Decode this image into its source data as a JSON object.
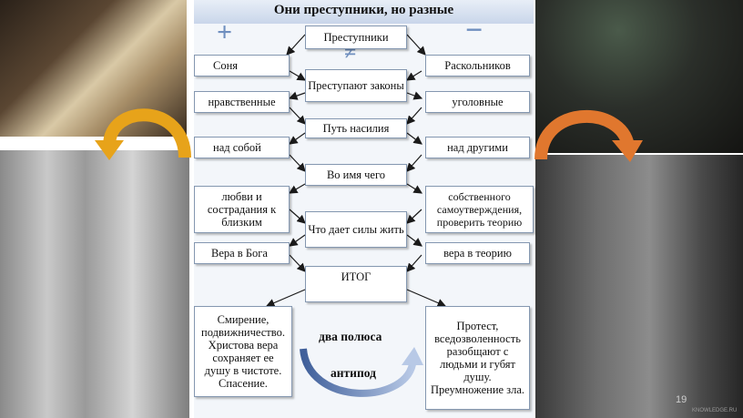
{
  "title": "Они преступники,  но разные",
  "signs": {
    "plus": "+",
    "minus": "−",
    "not_equal": "≠"
  },
  "boxes": {
    "criminals": "Преступники",
    "sonya": "Соня",
    "raskolnikov": "Раскольников",
    "break_laws": "Преступают законы",
    "moral": "нравственные",
    "criminal": "уголовные",
    "path_violence": "Путь насилия",
    "over_self": "над собой",
    "over_others": "над другими",
    "in_name_of": "Во имя чего",
    "love": "любви и сострадания к близким",
    "self_affirm": "собственного самоутверждения, проверить теорию",
    "strength": "Что дает силы жить",
    "faith": "Вера в Бога",
    "theory_faith": "вера в теорию",
    "result": "ИТОГ",
    "sonya_result": "Смирение, подвижничество. Христова вера сохраняет ее душу в чистоте. Спасение.",
    "rask_result": "Протест, вседозволенность разобщают с людьми и губят душу. Преумножение зла."
  },
  "labels": {
    "poles": "два полюса",
    "antipode": "антипод"
  },
  "slide_number": "19",
  "watermark": "KNOWLEDGE.RU",
  "colors": {
    "arc_left": "#e7a31a",
    "arc_right": "#e0772e",
    "accent_arrow": "#6f8fbf",
    "box_border": "#8497b0"
  }
}
